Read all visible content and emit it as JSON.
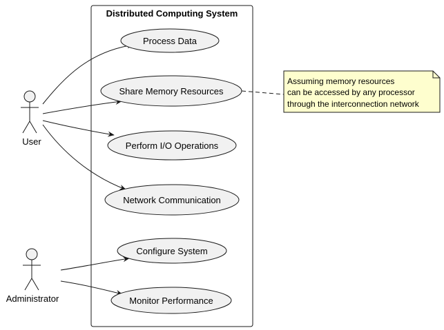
{
  "system": {
    "title": "Distributed Computing System"
  },
  "actors": [
    {
      "id": "user",
      "label": "User"
    },
    {
      "id": "admin",
      "label": "Administrator"
    }
  ],
  "use_cases": [
    {
      "id": "process-data",
      "label": "Process Data"
    },
    {
      "id": "share-memory",
      "label": "Share Memory Resources"
    },
    {
      "id": "perform-io",
      "label": "Perform I/O Operations"
    },
    {
      "id": "network-comm",
      "label": "Network Communication"
    },
    {
      "id": "configure-system",
      "label": "Configure System"
    },
    {
      "id": "monitor-performance",
      "label": "Monitor Performance"
    }
  ],
  "associations": [
    {
      "from": "user",
      "to": "process-data"
    },
    {
      "from": "user",
      "to": "share-memory"
    },
    {
      "from": "user",
      "to": "perform-io"
    },
    {
      "from": "user",
      "to": "network-comm"
    },
    {
      "from": "admin",
      "to": "configure-system"
    },
    {
      "from": "admin",
      "to": "monitor-performance"
    }
  ],
  "note": {
    "attached_to": "share-memory",
    "lines": [
      "Assuming memory resources",
      "can be accessed by any processor",
      "through the interconnection network"
    ]
  },
  "colors": {
    "use_case_fill": "#f1f1f1",
    "actor_fill": "#f1f1f1",
    "note_fill": "#fefece",
    "line": "#181818"
  }
}
